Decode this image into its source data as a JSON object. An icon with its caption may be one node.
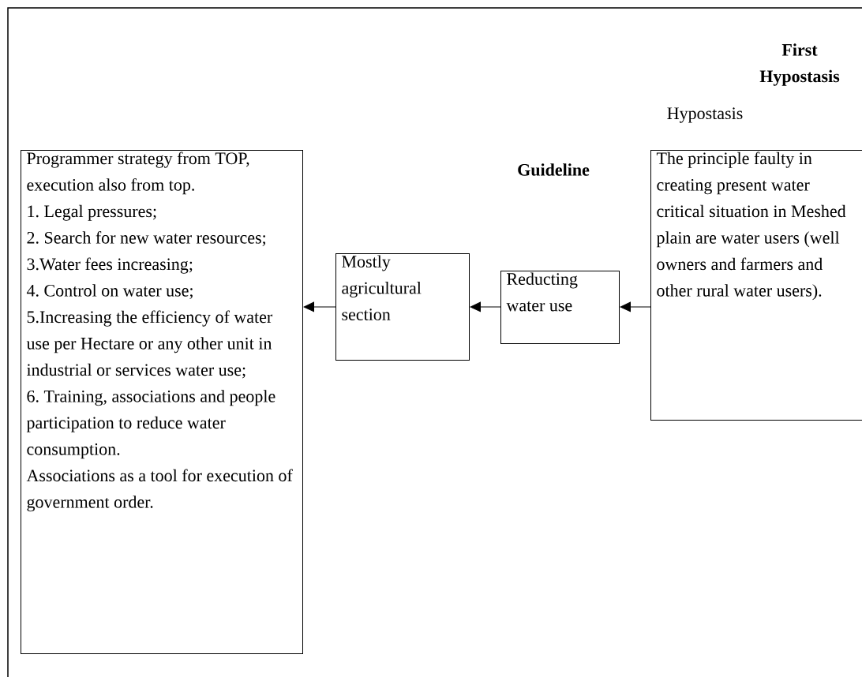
{
  "diagram": {
    "nodes": [
      {
        "text": [
          "Programmer strategy from TOP, execution also from top.",
          "1. Legal pressures;",
          "2. Search for new water resources;",
          "3.Water fees increasing;",
          "4. Control on water use;",
          "5.Increasing the efficiency of water use per Hectare or any other unit in industrial or services water use;",
          "6. Training, associations and people participation to reduce water consumption.",
          "Associations as a tool for execution of government order."
        ]
      },
      {
        "text": [
          "Mostly agricultural section"
        ]
      },
      {
        "text": [
          "Reducting water use"
        ]
      },
      {
        "text": [
          "The principle faulty in creating present water critical situation in Meshed plain are water users (well owners and farmers and other rural water users)."
        ]
      }
    ],
    "edges": [
      {
        "from": 3,
        "to": 2,
        "arrow": "to"
      },
      {
        "from": 2,
        "to": 1,
        "arrow": "to"
      },
      {
        "from": 1,
        "to": 0,
        "arrow": "to"
      }
    ],
    "labels": [
      "First Hypostasis",
      "Hypostasis",
      "Guideline"
    ]
  }
}
